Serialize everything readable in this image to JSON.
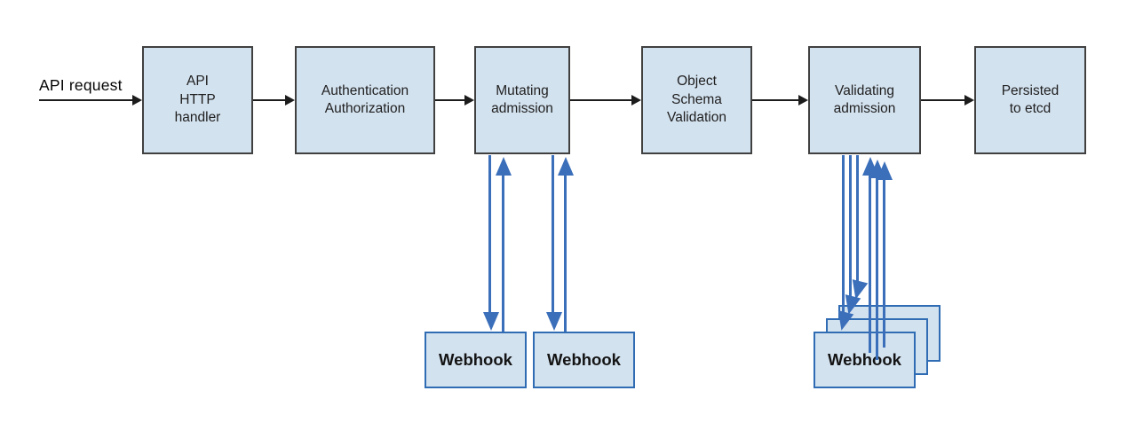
{
  "diagram": {
    "title_implicit": "API request admission flow",
    "entry_label": "API request",
    "nodes": [
      {
        "id": "api-http-handler",
        "label": "API\nHTTP\nhandler"
      },
      {
        "id": "authentication-authorization",
        "label": "Authentication\nAuthorization"
      },
      {
        "id": "mutating-admission",
        "label": "Mutating\nadmission"
      },
      {
        "id": "object-schema-validation",
        "label": "Object\nSchema\nValidation"
      },
      {
        "id": "validating-admission",
        "label": "Validating\nadmission"
      },
      {
        "id": "persisted-to-etcd",
        "label": "Persisted\nto etcd"
      }
    ],
    "webhooks": {
      "mutating": [
        "Webhook",
        "Webhook"
      ],
      "validating_front": "Webhook"
    },
    "flow_order": [
      "API request",
      "API HTTP handler",
      "Authentication Authorization",
      "Mutating admission",
      "Object Schema Validation",
      "Validating admission",
      "Persisted to etcd"
    ],
    "colors": {
      "node_fill": "#d3e2ef",
      "node_border": "#404040",
      "webhook_border": "#2f6cb3",
      "black_arrow": "#1c1c1c",
      "blue_arrow": "#3b6fba",
      "background": "#ffffff"
    }
  }
}
